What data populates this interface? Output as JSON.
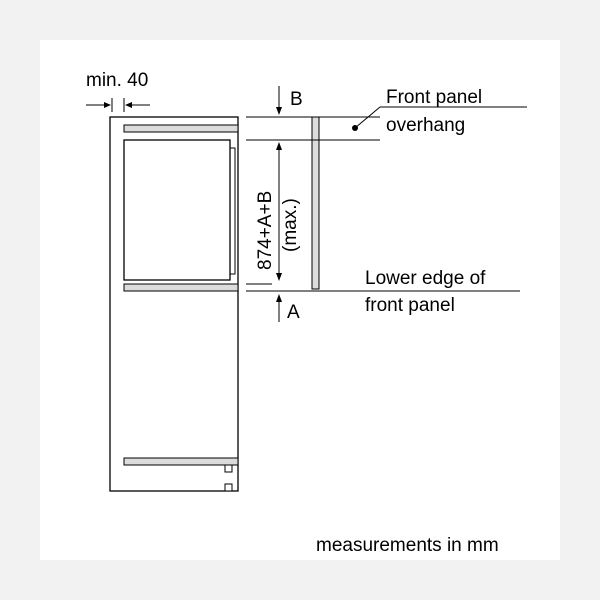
{
  "labels": {
    "min_gap": "min. 40",
    "b": "B",
    "a": "A",
    "height_line1": "874+A+B",
    "height_line2": "(max.)",
    "front_panel_line1": "Front panel",
    "front_panel_line2": "overhang",
    "lower_edge_line1": "Lower edge of",
    "lower_edge_line2": "front panel",
    "measurements_note": "measurements in mm"
  },
  "colors": {
    "line": "#000000",
    "panel_fill": "#dcdcdc",
    "background": "#f2f2f2",
    "canvas": "#ffffff"
  }
}
